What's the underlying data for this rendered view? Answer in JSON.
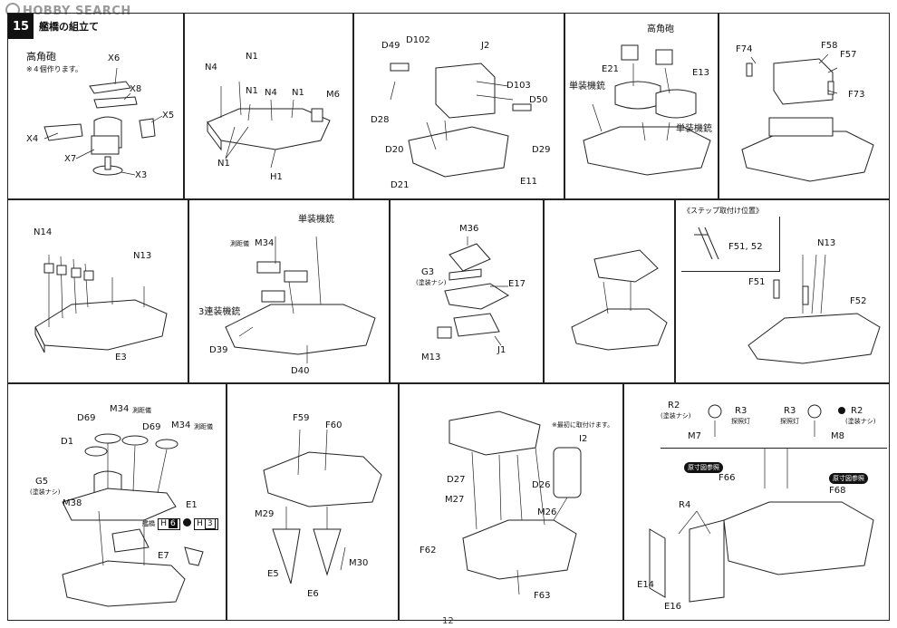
{
  "watermark": "HOBBY SEARCH",
  "step": {
    "number": "15",
    "title": "艦橋の組立て"
  },
  "p1": {
    "subtitle": "高角砲",
    "note": "※４個作ります。",
    "parts": [
      "X6",
      "X8",
      "X5",
      "X4",
      "X7",
      "X3"
    ]
  },
  "p2": {
    "parts": [
      "N4",
      "N1",
      "N1",
      "N4",
      "N1",
      "M6",
      "N1",
      "H1"
    ]
  },
  "p3": {
    "parts": [
      "D49",
      "D102",
      "J2",
      "D103",
      "D50",
      "D28",
      "D20",
      "D29",
      "D21",
      "E11"
    ]
  },
  "p4": {
    "labels": [
      "高角砲",
      "E21",
      "E13",
      "単装機銃",
      "単装機銃"
    ]
  },
  "p5": {
    "parts": [
      "F74",
      "F58",
      "F57",
      "F73"
    ]
  },
  "p6": {
    "parts": [
      "N14",
      "N13",
      "E3"
    ]
  },
  "p7": {
    "labels": [
      "単装機銃",
      "測距儀",
      "M34",
      "3連装機銃",
      "D39",
      "D40"
    ]
  },
  "p8": {
    "parts": [
      "M36",
      "G3",
      "(塗装ナシ)",
      "E17",
      "J1",
      "M13"
    ]
  },
  "p10": {
    "note": "《ステップ取付け位置》",
    "ref": "F51, 52",
    "parts": [
      "N13",
      "F51",
      "F52"
    ]
  },
  "p11": {
    "labels": [
      "D69",
      "M34",
      "測距儀",
      "D69",
      "M34",
      "測距儀",
      "D1",
      "G5",
      "(塗装ナシ)",
      "M38",
      "E1",
      "艦橋",
      "H",
      "6",
      "H",
      "3",
      "E7"
    ]
  },
  "p12": {
    "parts": [
      "F59",
      "F60",
      "M29",
      "E5",
      "M30",
      "E6"
    ]
  },
  "p13": {
    "note": "※最初に取付けます。",
    "parts": [
      "I2",
      "D27",
      "D26",
      "M27",
      "M26",
      "F62",
      "F63"
    ]
  },
  "p14": {
    "labels": [
      "R2",
      "(塗装ナシ)",
      "R3",
      "探照灯",
      "M7",
      "R3",
      "探照灯",
      "R2",
      "(塗装ナシ)",
      "M8",
      "原寸図参照",
      "F66",
      "原寸図参照",
      "F68",
      "R4",
      "E14",
      "E16"
    ]
  },
  "page_number": "12"
}
